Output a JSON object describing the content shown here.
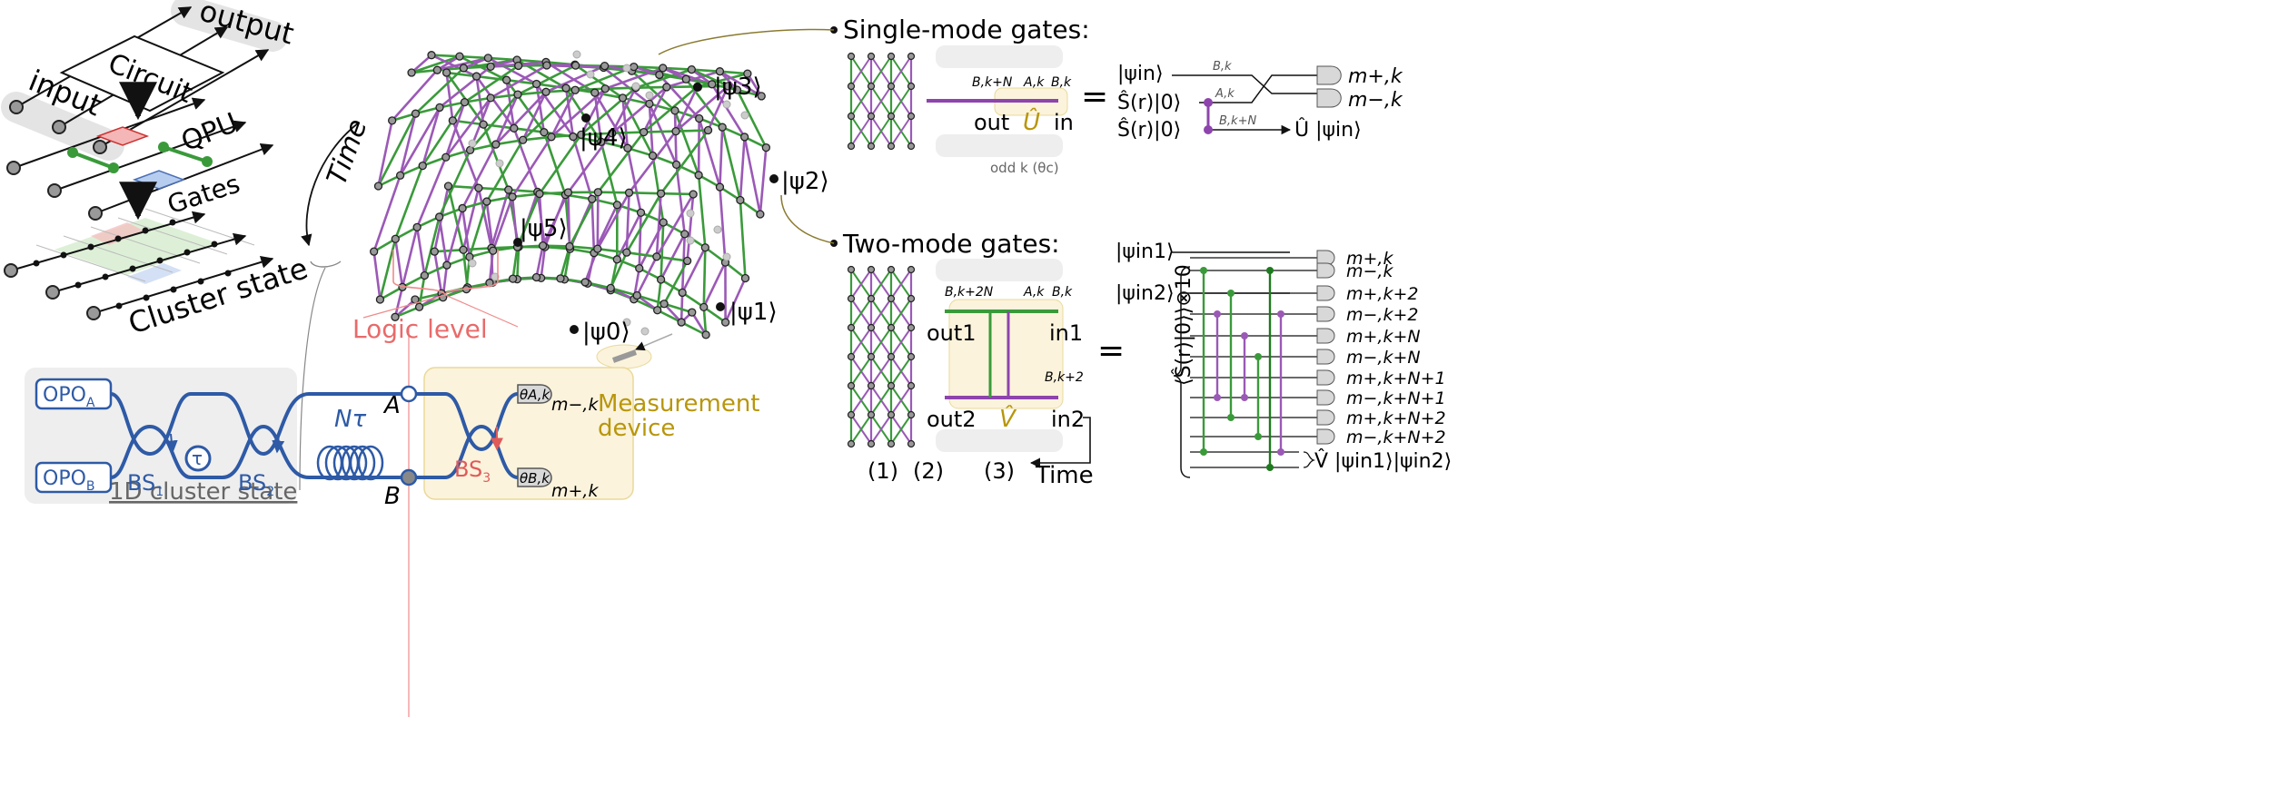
{
  "left_panel": {
    "circuit_label": "Circuit",
    "qpu_label": "QPU",
    "input_label": "input",
    "output_label": "output",
    "gates_label": "Gates",
    "cluster_label": "Cluster state"
  },
  "center": {
    "time_label": "Time",
    "logic_level": "Logic level",
    "states": [
      "|ψ0⟩",
      "|ψ1⟩",
      "|ψ2⟩",
      "|ψ3⟩",
      "|ψ4⟩",
      "|ψ5⟩"
    ]
  },
  "bottom": {
    "opo_a_main": "OPO",
    "opo_a_sub": "A",
    "opo_b_main": "OPO",
    "opo_b_sub": "B",
    "bs1_main": "BS",
    "bs1_sub": "1",
    "bs2_main": "BS",
    "bs2_sub": "2",
    "bs3_main": "BS",
    "bs3_sub": "3",
    "tau": "τ",
    "n_tau": "Nτ",
    "cluster_1d": "1D cluster state",
    "port_a": "A",
    "port_b": "B",
    "theta_a": "θA,k",
    "theta_b": "θB,k",
    "m_minus": "m−,k",
    "m_plus": "m+,k",
    "measurement_line1": "Measurement",
    "measurement_line2": "device"
  },
  "single_mode": {
    "title": "Single-mode gates:",
    "labels": {
      "bkn": "B,k+N",
      "ak": "A,k",
      "bk": "B,k",
      "out": "out",
      "in": "in",
      "u": "Û",
      "odd": "odd k (θc)"
    },
    "equals": "=",
    "circuit": {
      "psi_in": "|ψin⟩",
      "sq1": "Ŝ(r)|0⟩",
      "sq2": "Ŝ(r)|0⟩",
      "bk": "B,k",
      "ak": "A,k",
      "bkn": "B,k+N",
      "m_plus": "m+,k",
      "m_minus": "m−,k",
      "u_out": "Û |ψin⟩"
    }
  },
  "two_mode": {
    "title": "Two-mode gates:",
    "labels": {
      "bk2n": "B,k+2N",
      "ak": "A,k",
      "bk": "B,k",
      "bk2": "B,k+2",
      "out1": "out1",
      "in1": "in1",
      "out2": "out2",
      "in2": "in2",
      "v": "V̂"
    },
    "steps": [
      "(1)",
      "(2)",
      "(3)"
    ],
    "time": "Time",
    "equals": "=",
    "circuit": {
      "psi_in1": "|ψin1⟩",
      "psi_in2": "|ψin2⟩",
      "squeezed": "⟨Ŝ(r)|0⟩⟩⊗10",
      "outputs": [
        "m+,k",
        "m−,k",
        "m+,k+2",
        "m−,k+2",
        "m+,k+N",
        "m−,k+N",
        "m+,k+N+1",
        "m−,k+N+1",
        "m+,k+N+2",
        "m−,k+N+2"
      ],
      "v_out": "V̂ |ψin1⟩|ψin2⟩"
    }
  },
  "colors": {
    "green": "#3a9a3a",
    "purple": "#9b59b6",
    "blue": "#2e5aa6",
    "red": "#e05a5a",
    "gold": "#b8960c",
    "beige": "#fbf3dc"
  }
}
